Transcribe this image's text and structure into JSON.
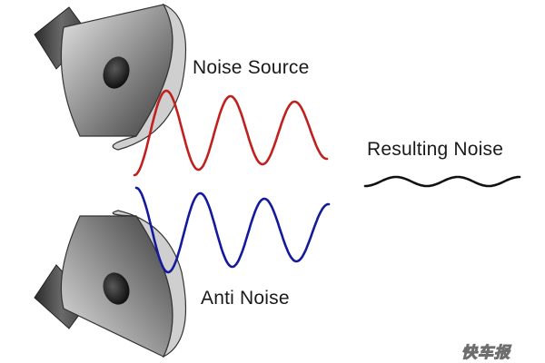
{
  "labels": {
    "noise_source": "Noise Source",
    "resulting_noise": "Resulting Noise",
    "anti_noise": "Anti Noise"
  },
  "watermark": "快车报",
  "colors": {
    "noise_wave": "#c0201e",
    "anti_wave": "#141a9c",
    "result_wave": "#111111",
    "speaker_dark": "#3a3a3a",
    "speaker_mid": "#8a8a8a",
    "speaker_light": "#d8d8d8"
  },
  "icons": [
    "speaker-icon",
    "speaker-icon"
  ]
}
